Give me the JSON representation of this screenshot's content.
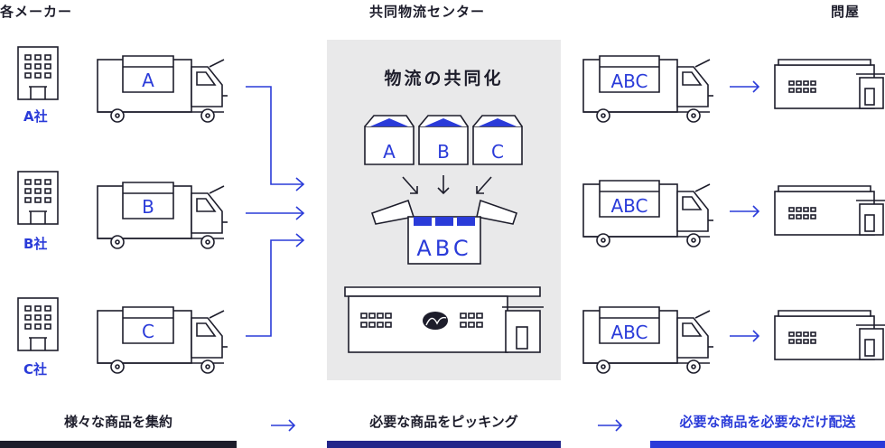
{
  "columns": {
    "makers": "各メーカー",
    "center": "共同物流センター",
    "wholesaler": "問屋"
  },
  "center_title": "物流の共同化",
  "companies": [
    "A社",
    "B社",
    "C社"
  ],
  "truck_letters": [
    "A",
    "B",
    "C"
  ],
  "small_boxes": [
    "A",
    "B",
    "C"
  ],
  "big_box_label": "ABC",
  "right_truck_label": "ABC",
  "bottom": {
    "step1": "様々な商品を集約",
    "step2": "必要な商品をピッキング",
    "step3": "必要な商品を必要なだけ配送"
  },
  "arrow_glyph": "→",
  "colors": {
    "accent": "#2a3bd9",
    "dark": "#1d1d2b",
    "panel": "#e9e9ea"
  }
}
